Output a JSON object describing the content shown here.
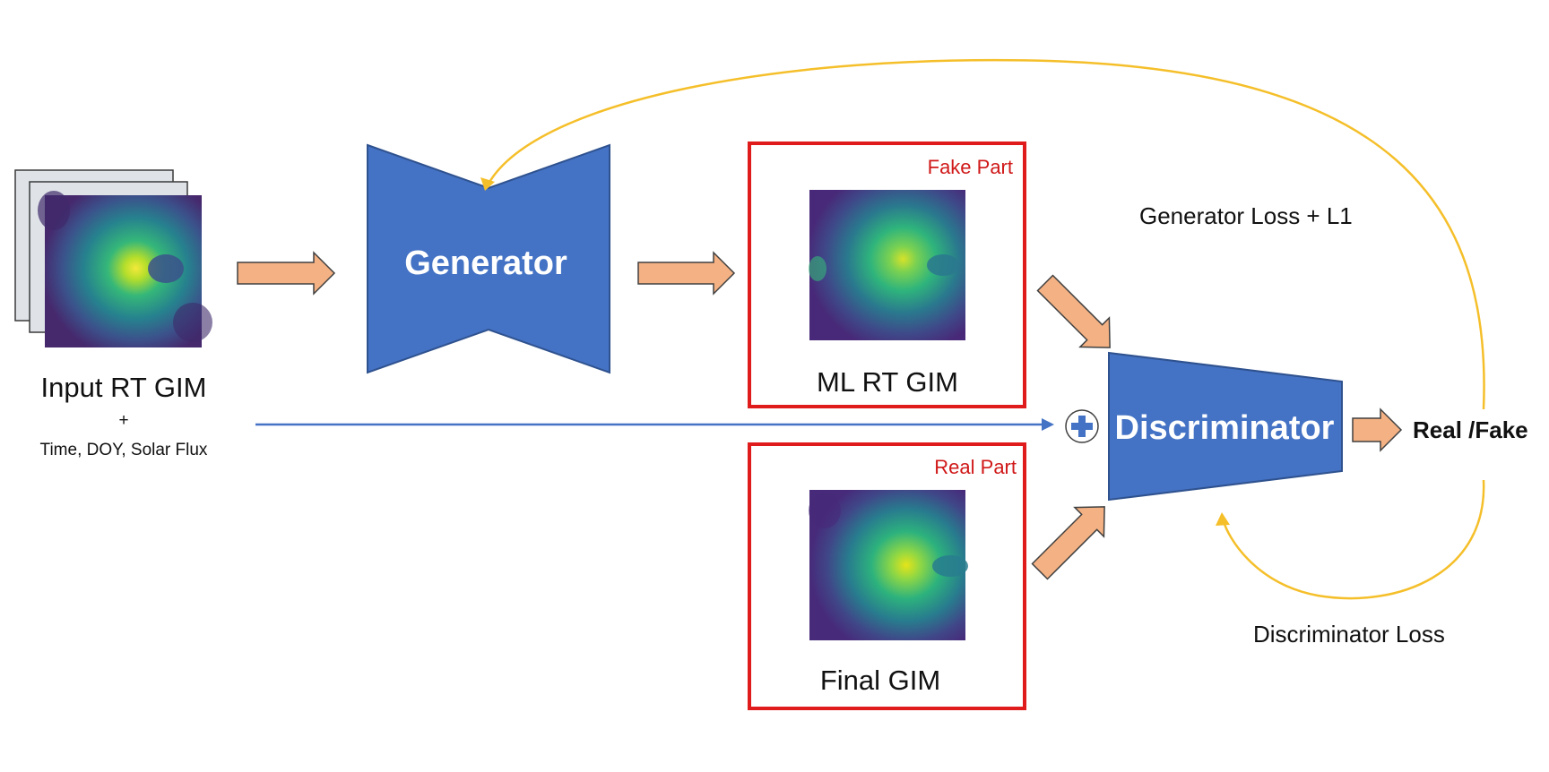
{
  "input": {
    "title": "Input RT GIM",
    "plus": "+",
    "features": "Time, DOY, Solar Flux"
  },
  "generator": {
    "label": "Generator"
  },
  "fake_box": {
    "tag": "Fake Part",
    "caption": "ML RT GIM"
  },
  "real_box": {
    "tag": "Real Part",
    "caption": "Final GIM"
  },
  "discriminator": {
    "label": "Discriminator"
  },
  "output": {
    "label": "Real /Fake"
  },
  "losses": {
    "generator": "Generator Loss + L1",
    "discriminator": "Discriminator Loss"
  },
  "colors": {
    "block_blue": "#4472c4",
    "arrow_peach": "#f4b183",
    "arrow_outline": "#404040",
    "feedback_gold": "#f5bf2a",
    "frame_red": "#e01b1b",
    "connector_blue": "#4472c4"
  }
}
